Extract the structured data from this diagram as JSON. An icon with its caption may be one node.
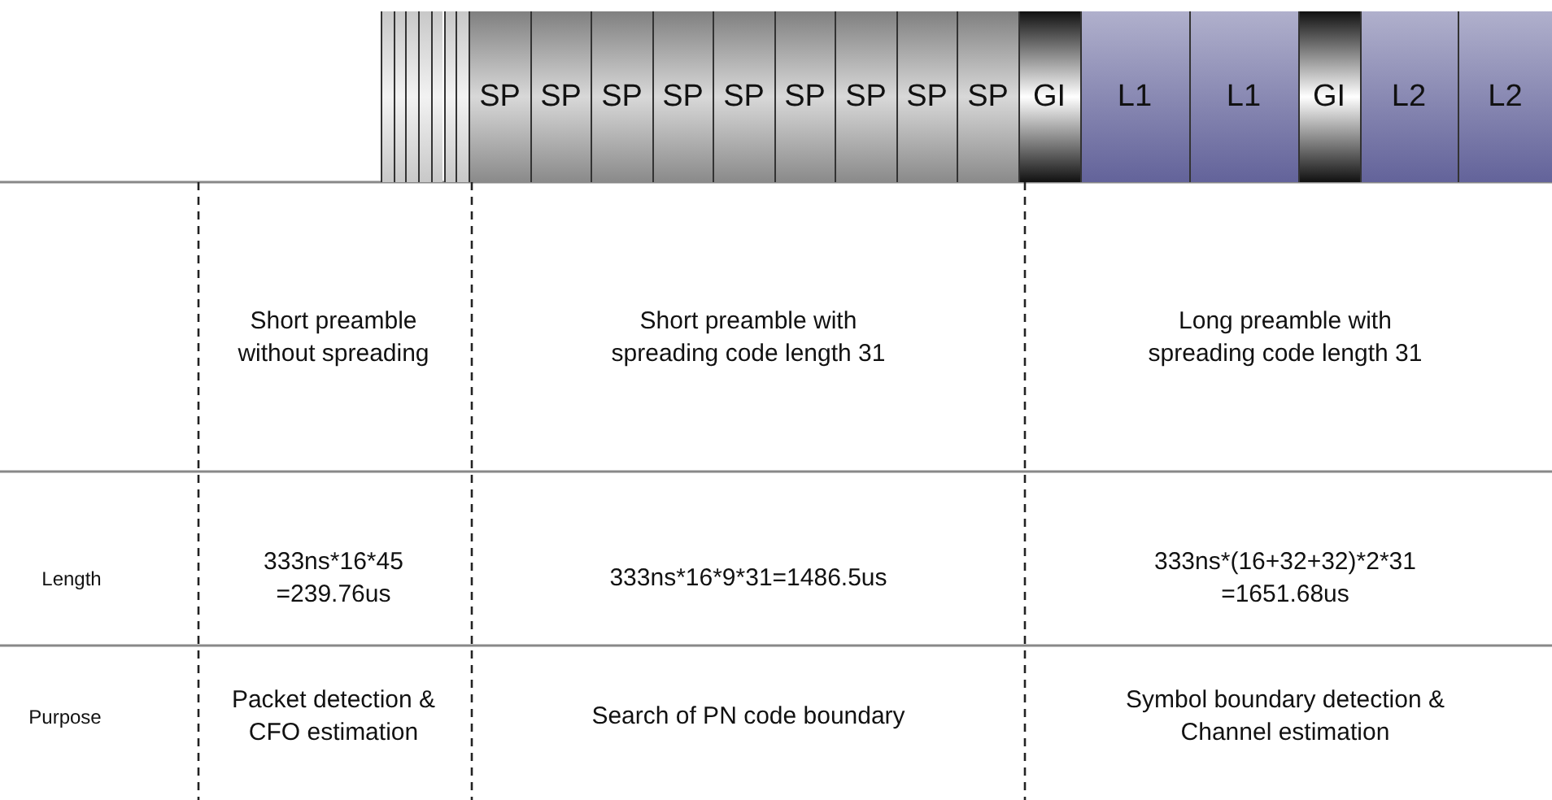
{
  "diagram": {
    "nodes": [
      {
        "text": [],
        "shape": "bar"
      },
      {
        "text": [],
        "shape": "bar"
      },
      {
        "text": [],
        "shape": "bar"
      },
      {
        "text": [],
        "shape": "bar"
      },
      {
        "text": [],
        "shape": "bar"
      },
      {
        "text": [],
        "shape": "bar"
      },
      {
        "text": [],
        "shape": "bar"
      },
      {
        "text": [
          "SP"
        ]
      },
      {
        "text": [
          "SP"
        ]
      },
      {
        "text": [
          "SP"
        ]
      },
      {
        "text": [
          "SP"
        ]
      },
      {
        "text": [
          "SP"
        ]
      },
      {
        "text": [
          "SP"
        ]
      },
      {
        "text": [
          "SP"
        ]
      },
      {
        "text": [
          "SP"
        ]
      },
      {
        "text": [
          "SP"
        ]
      },
      {
        "text": [
          "GI"
        ]
      },
      {
        "text": [
          "L1"
        ]
      },
      {
        "text": [
          "L1"
        ]
      },
      {
        "text": [
          "GI"
        ]
      },
      {
        "text": [
          "L2"
        ]
      },
      {
        "text": [
          "L2"
        ]
      }
    ],
    "labels": [
      "Short preamble without spreading",
      "Short preamble with spreading code length 31",
      "Long preamble with spreading code length 31",
      "Length",
      "333ns*16*45 =239.76us",
      "333ns*16*9*31=1486.5us",
      "333ns*(16+32+32)*2*31 =1651.68us",
      "Purpose",
      "Packet detection & CFO estimation",
      "Search of PN code boundary",
      "Symbol boundary detection & Channel estimation"
    ]
  }
}
